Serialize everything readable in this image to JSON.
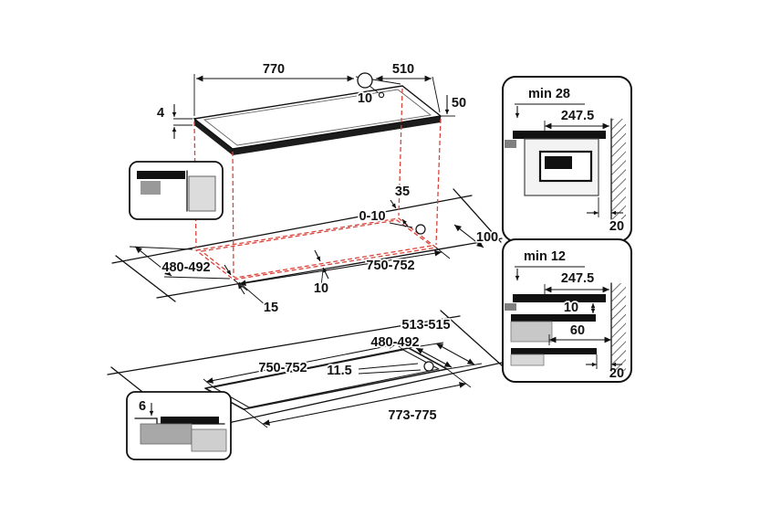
{
  "colors": {
    "line": "#111111",
    "projection_red": "#d9453c"
  },
  "top_view": {
    "hob_width": "770",
    "hob_depth": "510",
    "hole_diameter": "10",
    "hob_rim_thickness": "4",
    "edge_distance": "50",
    "bracket_offset": "35",
    "bracket_play": "0-10",
    "cutout_depth": "480-492",
    "short_side_gap": "15",
    "long_side_gap": "10",
    "cutout_width": "750-752",
    "rear_clearance": "100"
  },
  "flush_view": {
    "outer_depth": "513-515",
    "cutout_depth": "480-492",
    "cutout_width": "750-752",
    "corner_radius": "11.5",
    "outer_width": "773-775"
  },
  "flush_detail": {
    "rebate_depth": "6"
  },
  "section_top": {
    "min_clearance": "min 28",
    "depth_to_wall": "247.5",
    "wall_gap": "20"
  },
  "section_bottom": {
    "min_clearance": "min 12",
    "depth_to_wall": "247.5",
    "board_gap": "10",
    "board_inset": "60",
    "wall_gap": "20"
  }
}
